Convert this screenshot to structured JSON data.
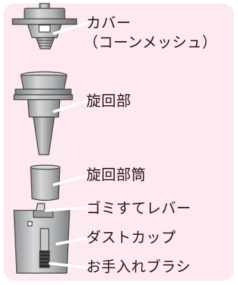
{
  "parts": {
    "cover": {
      "label": "カバー",
      "sublabel": "（コーンメッシュ）",
      "icon": "cover-mesh-part"
    },
    "cyclone": {
      "label": "旋回部",
      "icon": "cyclone-part"
    },
    "cyclone_tube": {
      "label": "旋回部筒",
      "icon": "cyclone-tube-part"
    },
    "dust_lever": {
      "label": "ゴミすてレバー"
    },
    "dust_cup": {
      "label": "ダストカップ",
      "icon": "dust-cup-part"
    },
    "brush": {
      "label": "お手入れブラシ"
    }
  },
  "colors": {
    "background": "#fde9f0",
    "part_fill": "#bfc1c3",
    "part_stroke": "#3c3c3c",
    "leader_line": "#ffffff",
    "text": "#231815"
  }
}
